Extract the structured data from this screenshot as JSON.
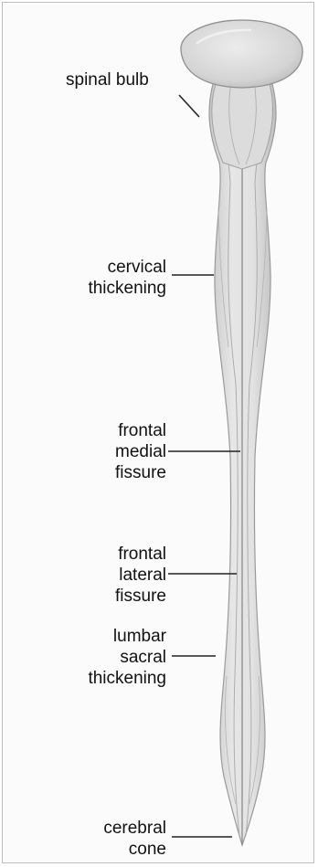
{
  "labels": {
    "spinal_bulb": "spinal bulb",
    "cervical_thickening": [
      "cervical",
      "thickening"
    ],
    "frontal_medial_fissure": [
      "frontal",
      "medial",
      "fissure"
    ],
    "frontal_lateral_fissure": [
      "frontal",
      "lateral",
      "fissure"
    ],
    "lumbar_sacral_thickening": [
      "lumbar",
      "sacral",
      "thickening"
    ],
    "cerebral_cone": [
      "cerebral",
      "cone"
    ]
  }
}
